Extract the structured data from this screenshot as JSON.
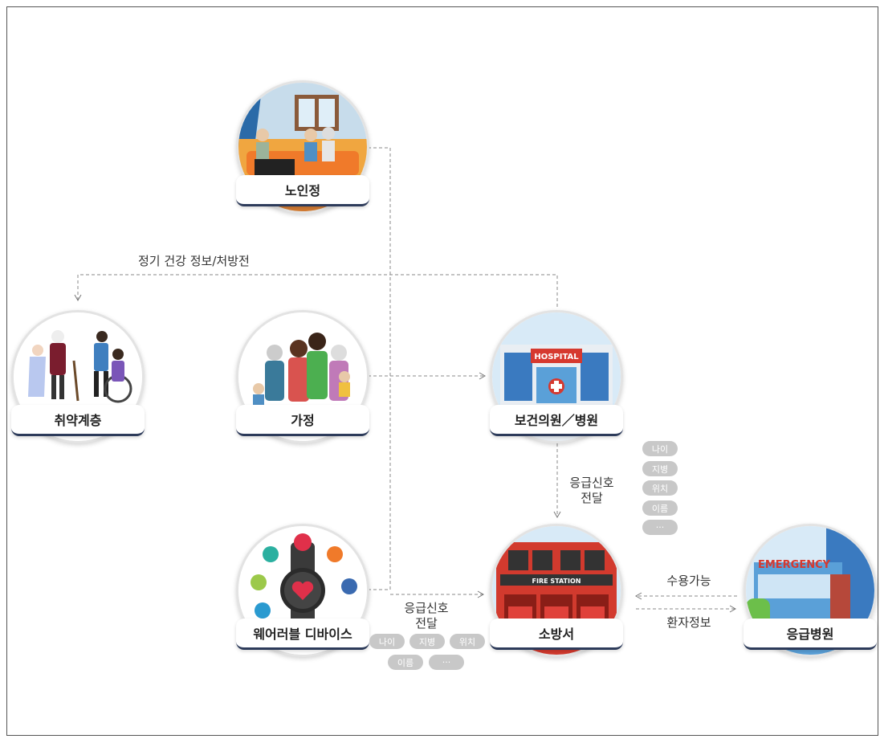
{
  "nodes": {
    "senior_center": "노인정",
    "vulnerable": "취약계층",
    "home": "가정",
    "clinic": "보건의원／병원",
    "wearable": "웨어러블 디바이스",
    "fire_station": "소방서",
    "er_hospital": "응급병원"
  },
  "edges": {
    "regular_health": "정기 건강 정보/처방전",
    "emergency_signal_1": "응급신호",
    "emergency_signal_2": "전달",
    "emergency_signal_b1": "응급신호",
    "emergency_signal_b2": "전달",
    "acceptable": "수용가능",
    "patient_info": "환자정보"
  },
  "tags_right": [
    "나이",
    "지병",
    "위치",
    "이름",
    "···"
  ],
  "tags_bottom": [
    "나이",
    "지병",
    "위치",
    "이름",
    "···"
  ],
  "illustration_text": {
    "hospital_sign": "HOSPITAL",
    "fire_station_sign": "FIRE STATION",
    "emergency_sign": "EMERGENCY"
  },
  "colors": {
    "label_border": "#2d3b5a",
    "connector": "#888888",
    "tag_bg": "#c8c8c8"
  }
}
